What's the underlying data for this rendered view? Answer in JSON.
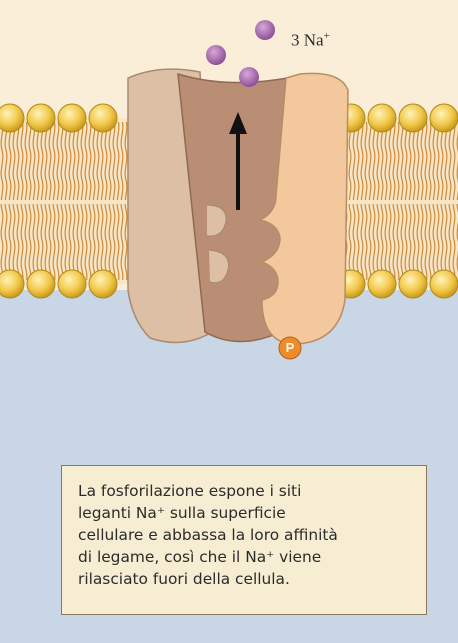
{
  "ion_label": {
    "text": "3 Na",
    "charge": "+"
  },
  "phosphate_label": "P",
  "caption_lines": [
    "La fosforilazione espone i siti",
    "leganti Na⁺ sulla superficie",
    "cellulare e abbassa la loro affinità",
    "di legame, così che il Na⁺ viene",
    "rilasciato fuori della cellula."
  ],
  "colors": {
    "extracellular": "#fbeed9",
    "cytoplasm": "#c8d6e6",
    "lipid_head": "#f2c94c",
    "lipid_tail": "#c98a3e",
    "protein_left": "#dcbfa4",
    "protein_channel": "#b98e74",
    "protein_right": "#f2c89c",
    "sodium_ion": "#a56cab",
    "phosphate": "#ee8b2a",
    "caption_bg": "#f6edd2"
  }
}
